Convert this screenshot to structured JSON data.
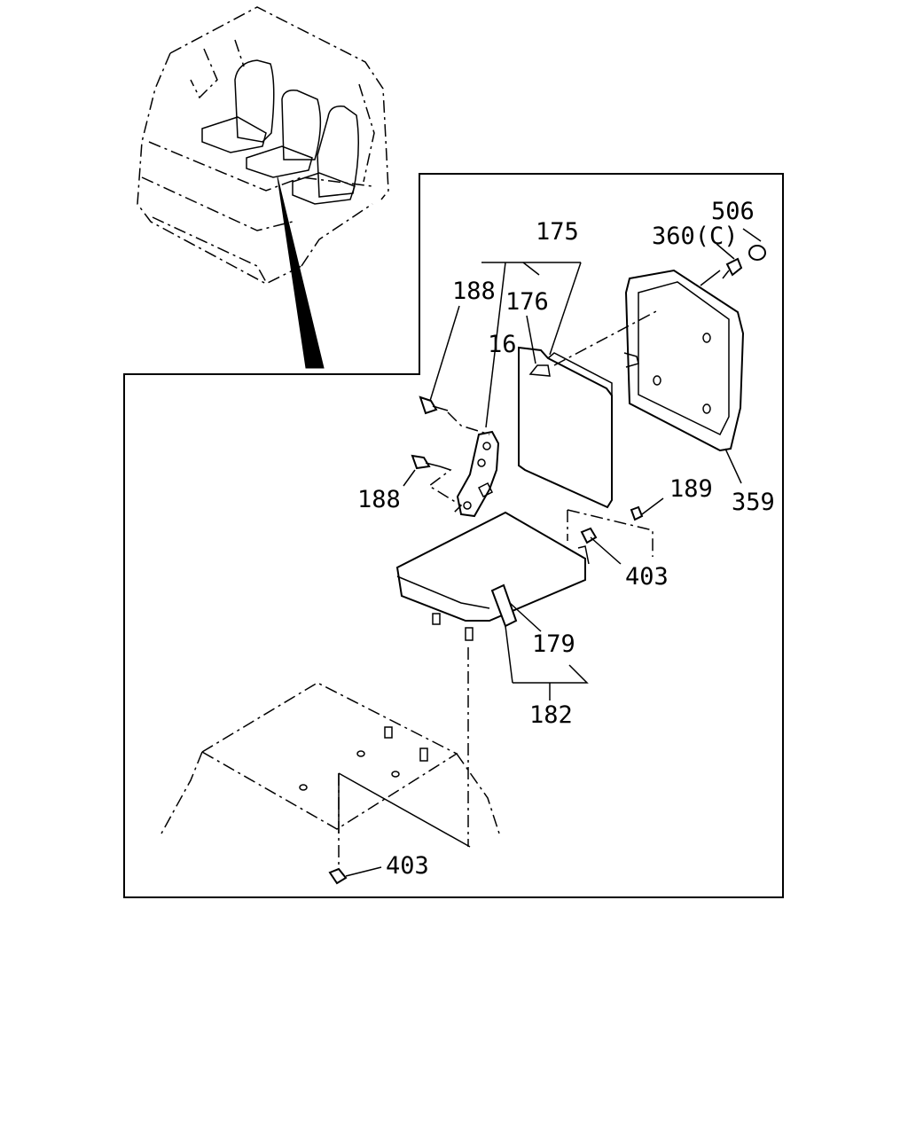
{
  "labels": {
    "p506": "506",
    "p360c": "360(C)",
    "p175": "175",
    "p188_top": "188",
    "p176": "176",
    "p16": "16",
    "p188_mid": "188",
    "p189": "189",
    "p359": "359",
    "p403_right": "403",
    "p179": "179",
    "p182": "182",
    "p403_bottom": "403"
  },
  "colors": {
    "ink": "#000000",
    "paper": "#ffffff"
  }
}
